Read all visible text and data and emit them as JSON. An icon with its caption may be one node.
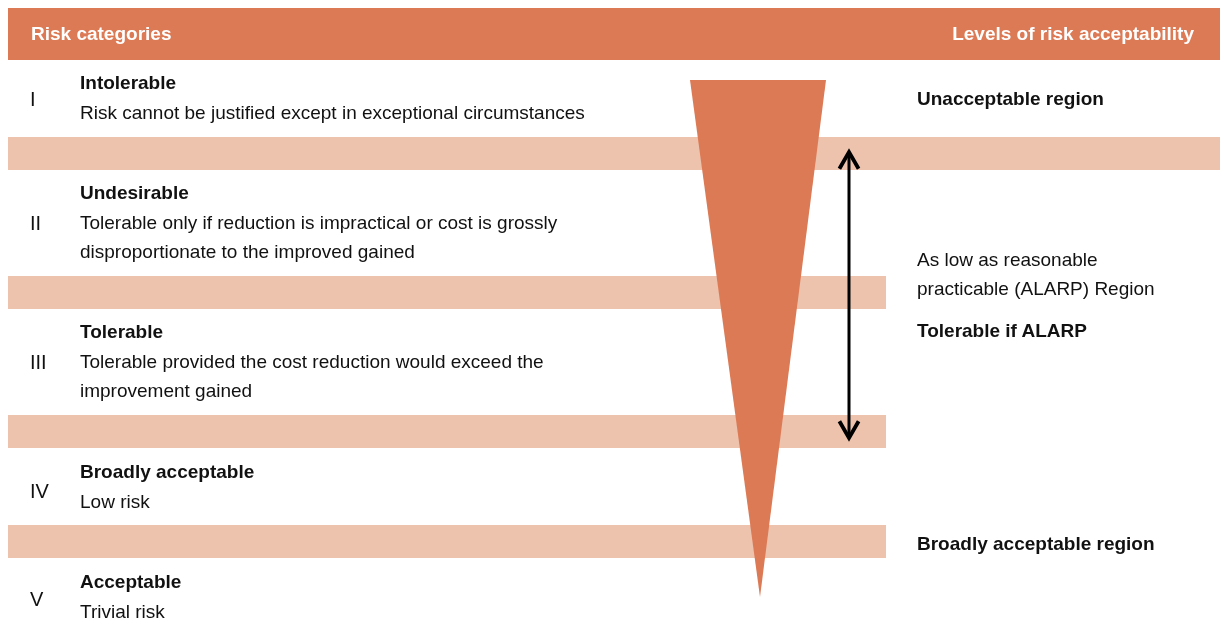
{
  "diagram": {
    "nodes": [
      {
        "text": [
          "Intolerable",
          "Risk cannot be justified except in exceptional circumstances"
        ],
        "beside": [
          "I"
        ]
      },
      {
        "text": [
          "Undesirable",
          "Tolerable only if reduction is impractical or cost is grossly disproportionate to the improved gained"
        ],
        "beside": [
          "II"
        ]
      },
      {
        "text": [
          "Tolerable",
          "Tolerable provided the cost reduction would exceed the improvement gained"
        ],
        "beside": [
          "III"
        ]
      },
      {
        "text": [
          "Broadly acceptable",
          "Low risk"
        ],
        "beside": [
          "IV"
        ]
      },
      {
        "text": [
          "Acceptable",
          "Trivial risk"
        ],
        "beside": [
          "V"
        ]
      }
    ],
    "labels": [
      "Risk categories",
      "Levels of risk acceptability",
      "Unacceptable region",
      "As low as reasonable practicable (ALARP) Region",
      "Tolerable if ALARP",
      "Broadly acceptable region"
    ]
  }
}
